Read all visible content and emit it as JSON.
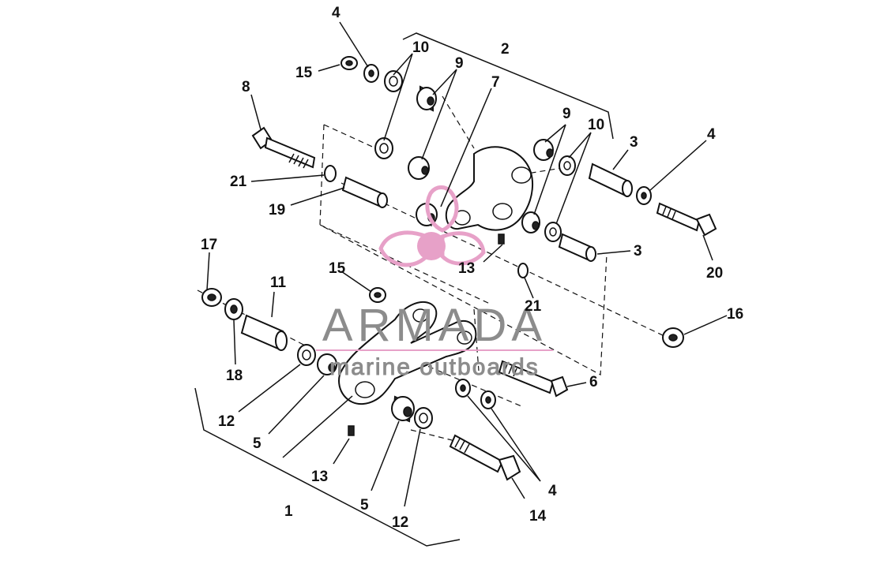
{
  "callouts": [
    {
      "id": "c-4a",
      "text": "4"
    },
    {
      "id": "c-15a",
      "text": "15"
    },
    {
      "id": "c-10a",
      "text": "10"
    },
    {
      "id": "c-9a",
      "text": "9"
    },
    {
      "id": "c-2",
      "text": "2"
    },
    {
      "id": "c-7",
      "text": "7"
    },
    {
      "id": "c-8",
      "text": "8"
    },
    {
      "id": "c-9b",
      "text": "9"
    },
    {
      "id": "c-10b",
      "text": "10"
    },
    {
      "id": "c-3a",
      "text": "3"
    },
    {
      "id": "c-4b",
      "text": "4"
    },
    {
      "id": "c-21a",
      "text": "21"
    },
    {
      "id": "c-19",
      "text": "19"
    },
    {
      "id": "c-13a",
      "text": "13"
    },
    {
      "id": "c-3b",
      "text": "3"
    },
    {
      "id": "c-20",
      "text": "20"
    },
    {
      "id": "c-17",
      "text": "17"
    },
    {
      "id": "c-11",
      "text": "11"
    },
    {
      "id": "c-15b",
      "text": "15"
    },
    {
      "id": "c-21b",
      "text": "21"
    },
    {
      "id": "c-16",
      "text": "16"
    },
    {
      "id": "c-18",
      "text": "18"
    },
    {
      "id": "c-6",
      "text": "6"
    },
    {
      "id": "c-12a",
      "text": "12"
    },
    {
      "id": "c-5a",
      "text": "5"
    },
    {
      "id": "c-13b",
      "text": "13"
    },
    {
      "id": "c-4c",
      "text": "4"
    },
    {
      "id": "c-5b",
      "text": "5"
    },
    {
      "id": "c-14",
      "text": "14"
    },
    {
      "id": "c-12b",
      "text": "12"
    },
    {
      "id": "c-1",
      "text": "1"
    }
  ],
  "watermark": {
    "brand": "ARMADA",
    "tagline": "marine outboards",
    "colors": {
      "logo": "#e7a1c8",
      "text": "#8c8c8c",
      "rule": "#e7a1c8"
    }
  }
}
